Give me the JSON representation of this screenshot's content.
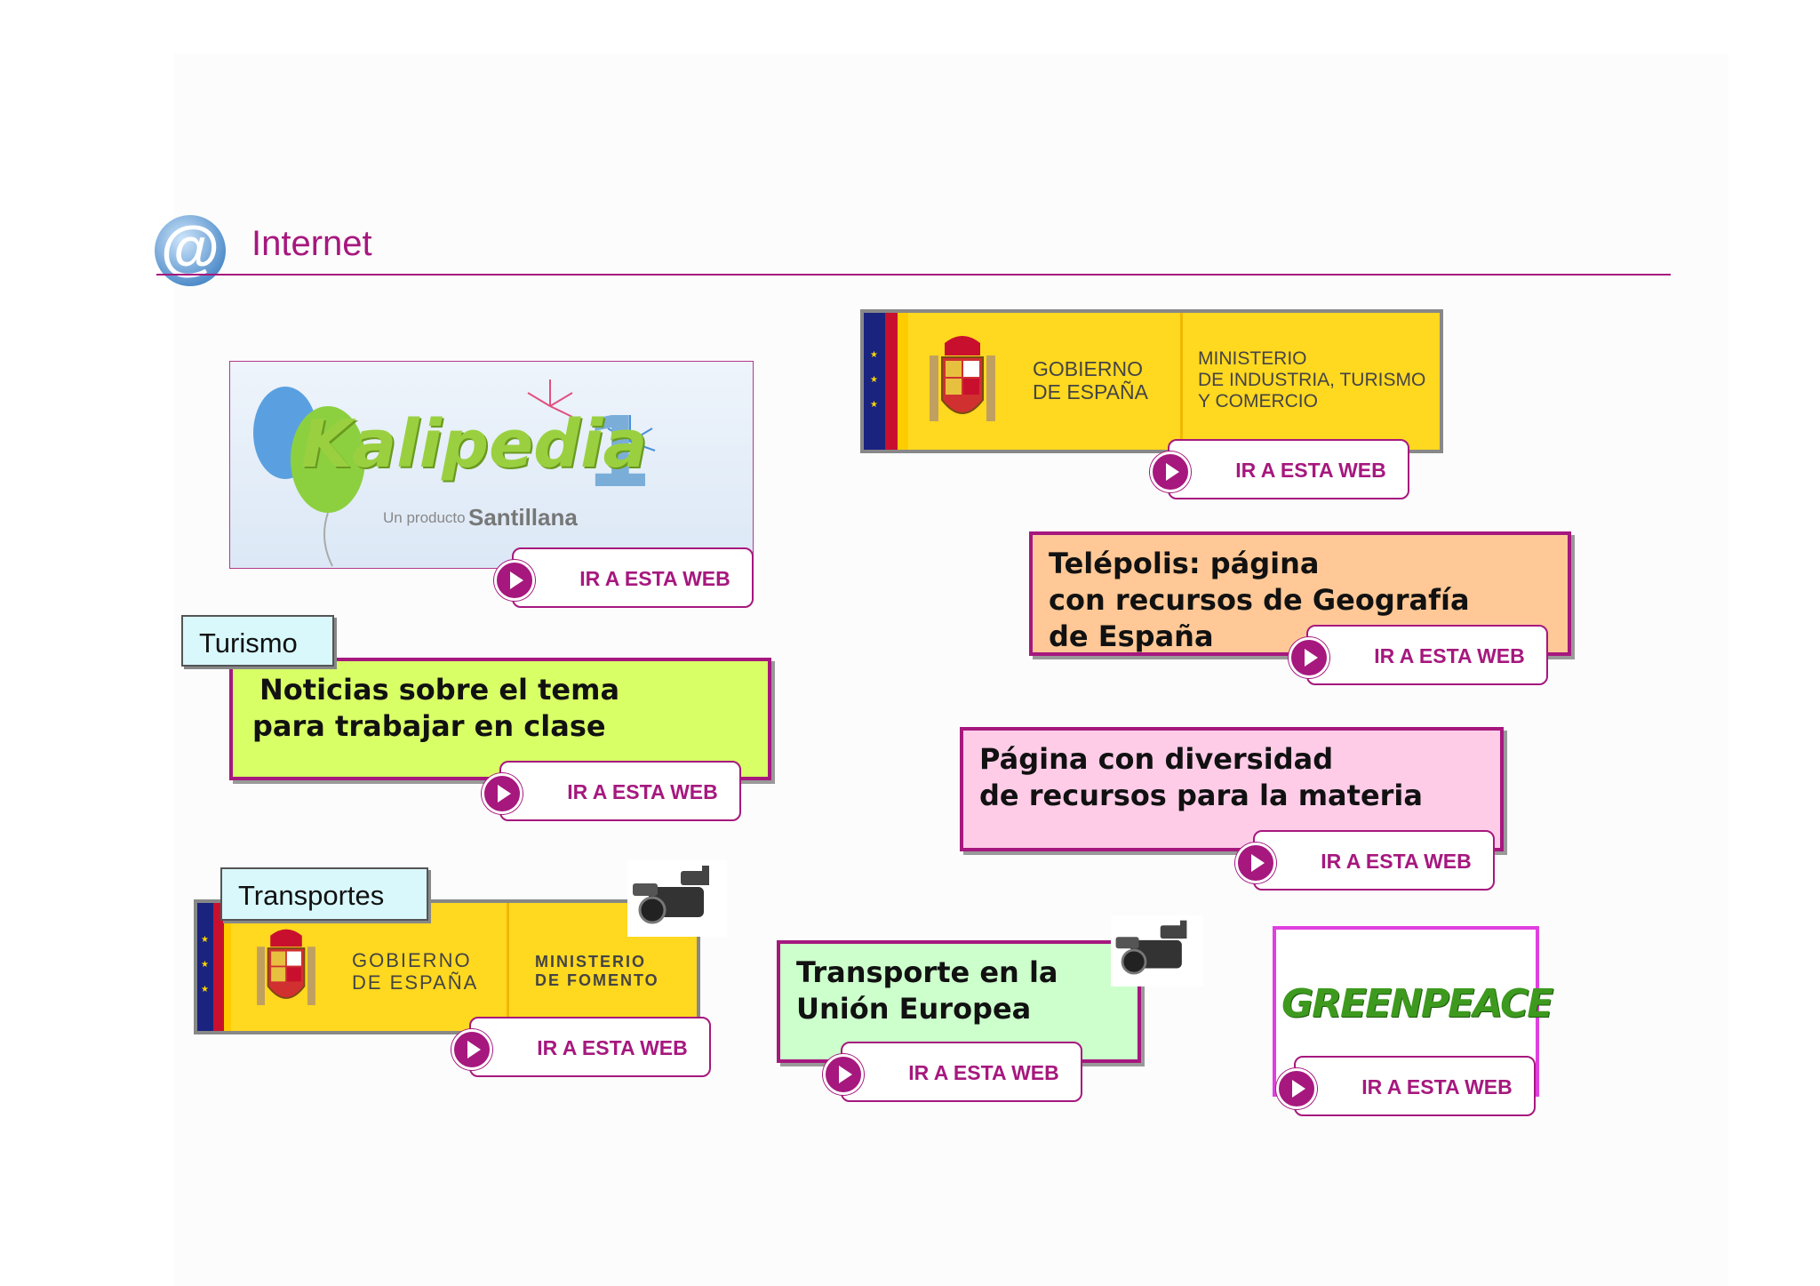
{
  "header": {
    "title": "Internet",
    "icon": "at-sign-icon"
  },
  "colors": {
    "accent": "#a6187e",
    "lime": "#d8ff66",
    "peach": "#ffc896",
    "pink": "#ffcce8",
    "mint": "#ccffcc",
    "gov_yellow": "#ffd820"
  },
  "link_label": "IR A ESTA WEB",
  "kalipedia": {
    "logo_text": "Kalipedia",
    "subtitle_prefix": "Un producto",
    "brand": "Santillana"
  },
  "gov_industria": {
    "gov_line1": "GOBIERNO",
    "gov_line2": "DE ESPAÑA",
    "min_line1": "MINISTERIO",
    "min_line2": "DE INDUSTRIA, TURISMO",
    "min_line3": "Y COMERCIO"
  },
  "telepolis": {
    "lines": [
      "Telépolis: página",
      "con recursos de Geografía",
      "de España"
    ]
  },
  "turismo": {
    "tag": "Turismo",
    "lines": [
      "Noticias sobre el tema",
      "para trabajar en clase"
    ]
  },
  "diversidad": {
    "lines": [
      "Página con diversidad",
      "de recursos para la materia"
    ]
  },
  "transportes": {
    "tag": "Transportes",
    "gov_line1": "GOBIERNO",
    "gov_line2": "DE ESPAÑA",
    "min_line1": "MINISTERIO",
    "min_line2": "DE FOMENTO"
  },
  "transporte_ue": {
    "lines": [
      "Transporte en la",
      "Unión Europea"
    ]
  },
  "greenpeace": {
    "logo_text": "GREENPEACE"
  }
}
